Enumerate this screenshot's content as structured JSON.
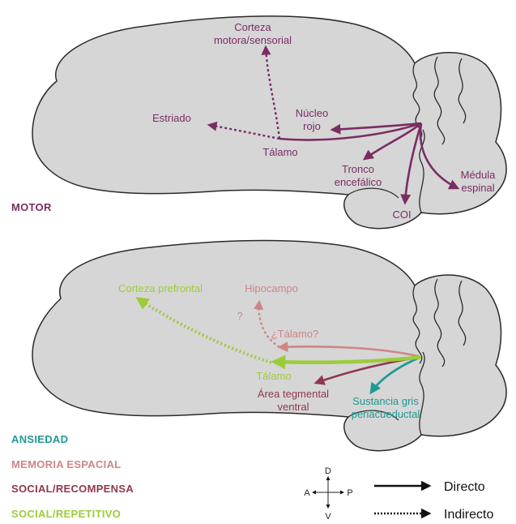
{
  "colors": {
    "brain_fill": "#d6d6d6",
    "brain_stroke": "#2a2a2a",
    "motor": "#7a2d62",
    "anxiety": "#1f9a93",
    "spatial_memory": "#cf8585",
    "social_reward": "#8c3a4c",
    "social_repetitive": "#9ccc3c"
  },
  "motor_panel": {
    "category": "MOTOR",
    "labels": {
      "cortex": "Corteza\nmotora/sensorial",
      "striatum": "Estriado",
      "thalamus": "Tálamo",
      "red_nucleus": "Núcleo\nrojo",
      "brainstem": "Tronco\nencefálico",
      "spinal_cord": "Médula\nespinal",
      "coi": "COI"
    }
  },
  "behavior_panel": {
    "labels": {
      "prefrontal": "Corteza prefrontal",
      "hippocampus": "Hipocampo",
      "question": "?",
      "thalamus_q": "¿Tálamo?",
      "thalamus": "Tálamo",
      "vta": "Área tegmental\nventral",
      "pag": "Sustancia gris\nperiacueductal"
    }
  },
  "categories": [
    {
      "label": "ANSIEDAD",
      "color": "#1f9a93"
    },
    {
      "label": "MEMORIA ESPACIAL",
      "color": "#cf8585"
    },
    {
      "label": "SOCIAL/RECOMPENSA",
      "color": "#8c3a4c"
    },
    {
      "label": "SOCIAL/REPETITIVO",
      "color": "#9ccc3c"
    }
  ],
  "orientation": {
    "dorsal": "D",
    "ventral": "V",
    "anterior": "A",
    "posterior": "P"
  },
  "legend": {
    "direct": "Directo",
    "indirect": "Indirecto"
  }
}
